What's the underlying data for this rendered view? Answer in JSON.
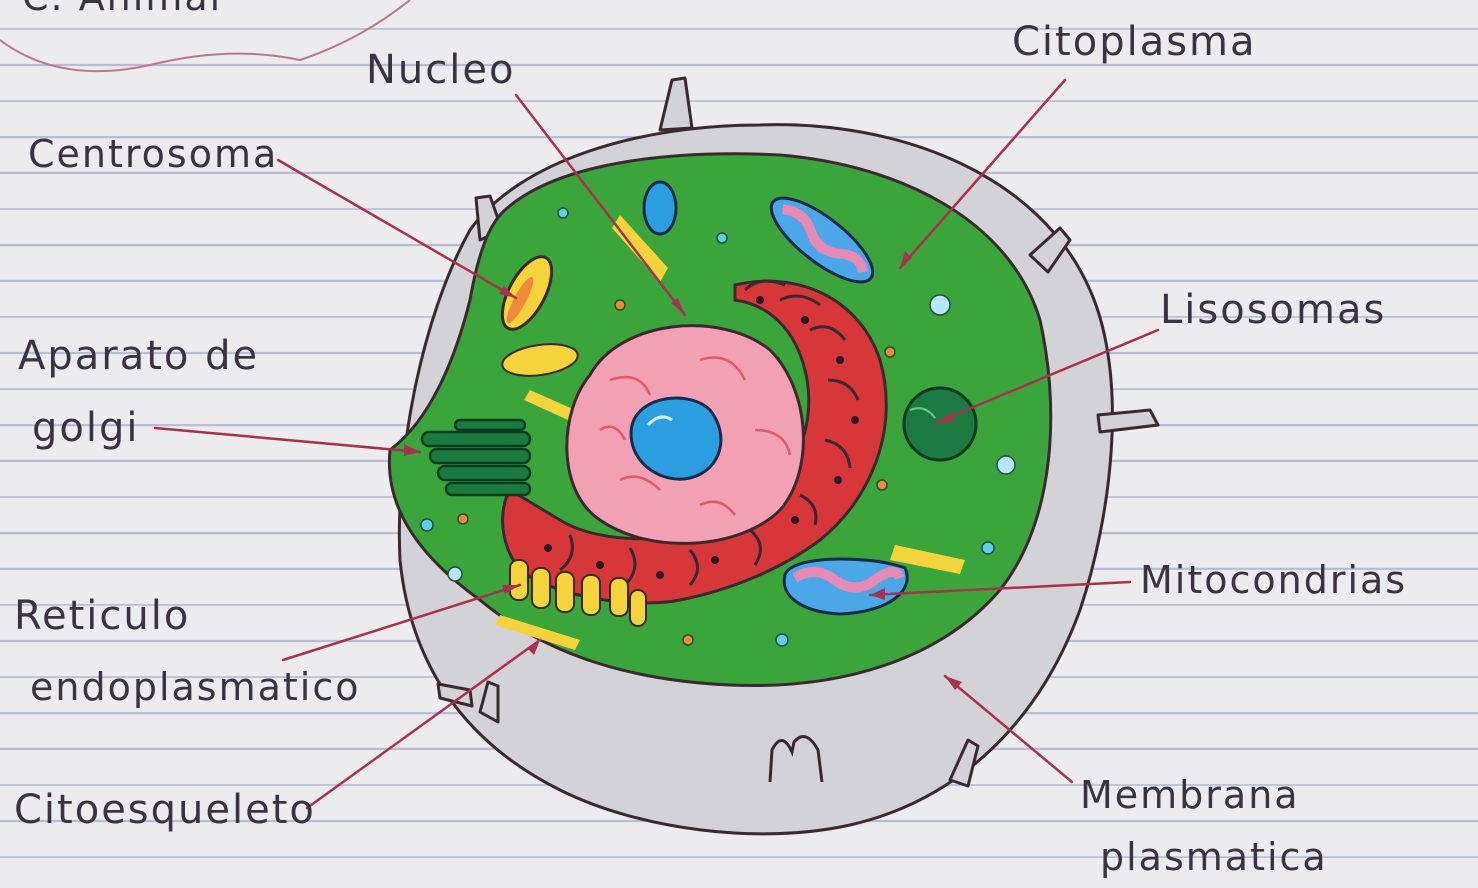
{
  "title_fragment": "C. Animal",
  "labels": {
    "nucleo": "Nucleo",
    "citoplasma": "Citoplasma",
    "centrosoma": "Centrosoma",
    "aparato_line1": "Aparato de",
    "aparato_line2": "golgi",
    "lisosomas": "Lisosomas",
    "mitocondrias": "Mitocondrias",
    "reticulo_line1": "Reticulo",
    "reticulo_line2": "endoplasmatico",
    "citoesqueleto": "Citoesqueleto",
    "membrana_line1": "Membrana",
    "membrana_line2": "plasmatica"
  },
  "colors": {
    "paper": "#ecebee",
    "ruling": "#b9bdd4",
    "outline": "#3a2a30",
    "membrane": "#d3d2d6",
    "cytoplasm": "#3aa53a",
    "nucleus": "#f2a0b4",
    "nucleolus": "#2a9ee0",
    "reticulum": "#d8373a",
    "golgi": "#1a7a40",
    "mitochondria": "#4aa8e8",
    "centrosome": "#f4d43a",
    "leader_line": "#a8324e"
  }
}
